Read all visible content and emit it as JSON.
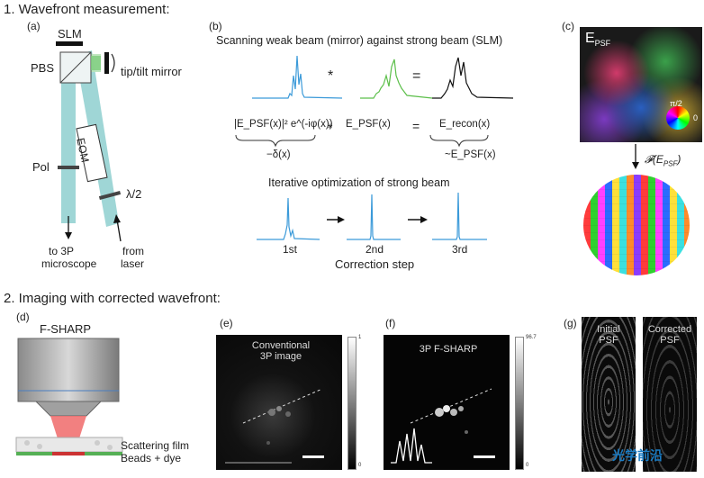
{
  "sections": {
    "s1": "1. Wavefront measurement:",
    "s2": "2. Imaging with corrected wavefront:"
  },
  "panel_labels": {
    "a": "(a)",
    "b": "(b)",
    "c": "(c)",
    "d": "(d)",
    "e": "(e)",
    "f": "(f)",
    "g": "(g)"
  },
  "a": {
    "slm": "SLM",
    "pbs": "PBS",
    "tip_tilt": "tip/tilt mirror",
    "eom": "EOM",
    "pol": "Pol",
    "half_wave": "λ/2",
    "to_3p_line1": "to 3P",
    "to_3p_line2": "microscope",
    "from_line1": "from",
    "from_line2": "laser"
  },
  "b": {
    "title": "Scanning weak beam (mirror) against strong beam (SLM)",
    "op_conv": "*",
    "op_eq": "=",
    "eq_left": "|E_PSF(x)|² e^(-iφ(x))",
    "eq_mid": "E_PSF(x)",
    "eq_right": "E_recon(x)",
    "under_left": "−δ(x)",
    "under_right": "~E_PSF(x)",
    "iter_title": "Iterative optimization of strong beam",
    "steps": [
      "1st",
      "2nd",
      "3rd"
    ],
    "correction": "Correction step"
  },
  "c": {
    "epsf": "E",
    "epsf_sub": "PSF",
    "pi2": "π/2",
    "zero": "0",
    "fourier": "𝓕(E",
    "fourier_sub": "PSF",
    "fourier_close": ")"
  },
  "d": {
    "title": "F-SHARP",
    "scatter": "Scattering film",
    "beads": "Beads + dye"
  },
  "e": {
    "caption_line1": "Conventional",
    "caption_line2": "3P image",
    "cbar_max": "1",
    "cbar_min": "0"
  },
  "f": {
    "caption": "3P F-SHARP",
    "cbar_max": "96.7",
    "cbar_min": "0"
  },
  "g": {
    "initial_line1": "Initial",
    "initial_line2": "PSF",
    "corrected_line1": "Corrected",
    "corrected_line2": "PSF"
  },
  "watermark": "光学前沿"
}
